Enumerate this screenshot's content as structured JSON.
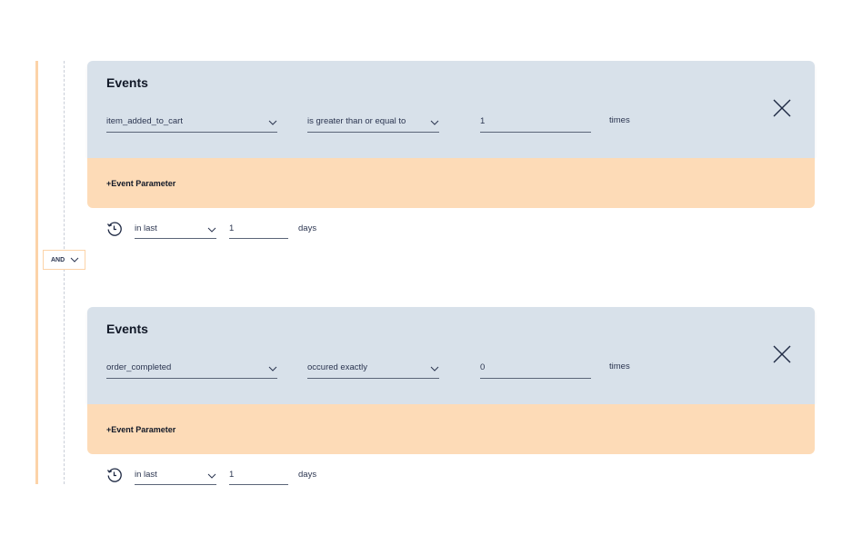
{
  "logic_operator": "AND",
  "events": [
    {
      "title": "Events",
      "event_name": "item_added_to_cart",
      "operator": "is greater than or equal to",
      "count": "1",
      "count_unit": "times",
      "add_parameter_label": "+Event Parameter",
      "period": "in last",
      "period_value": "1",
      "period_unit": "days"
    },
    {
      "title": "Events",
      "event_name": "order_completed",
      "operator": "occured exactly",
      "count": "0",
      "count_unit": "times",
      "add_parameter_label": "+Event Parameter",
      "period": "in last",
      "period_value": "1",
      "period_unit": "days"
    }
  ],
  "colors": {
    "card_bg": "#d8e1ea",
    "param_bg": "#fddbb7",
    "accent_rail": "#fcd3a8",
    "text": "#2b3550"
  },
  "icons": {
    "close": "close-icon",
    "clock": "history-clock-icon",
    "chevron": "chevron-down-icon"
  }
}
